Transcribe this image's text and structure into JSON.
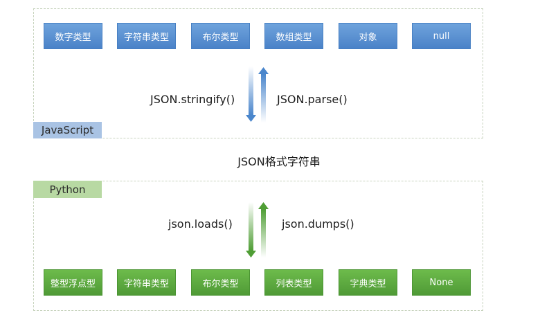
{
  "javascript": {
    "label": "JavaScript",
    "types": [
      "数字类型",
      "字符串类型",
      "布尔类型",
      "数组类型",
      "对象",
      "null"
    ],
    "to_json": "JSON.stringify()",
    "from_json": "JSON.parse()"
  },
  "middle": {
    "label": "JSON格式字符串"
  },
  "python": {
    "label": "Python",
    "types": [
      "整型浮点型",
      "字符串类型",
      "布尔类型",
      "列表类型",
      "字典类型",
      "None"
    ],
    "from_json": "json.loads()",
    "to_json": "json.dumps()"
  },
  "colors": {
    "js_box": "#4a82c8",
    "py_box": "#4f9a36",
    "js_tag": "#a9c3e4",
    "py_tag": "#b8d9a3"
  }
}
